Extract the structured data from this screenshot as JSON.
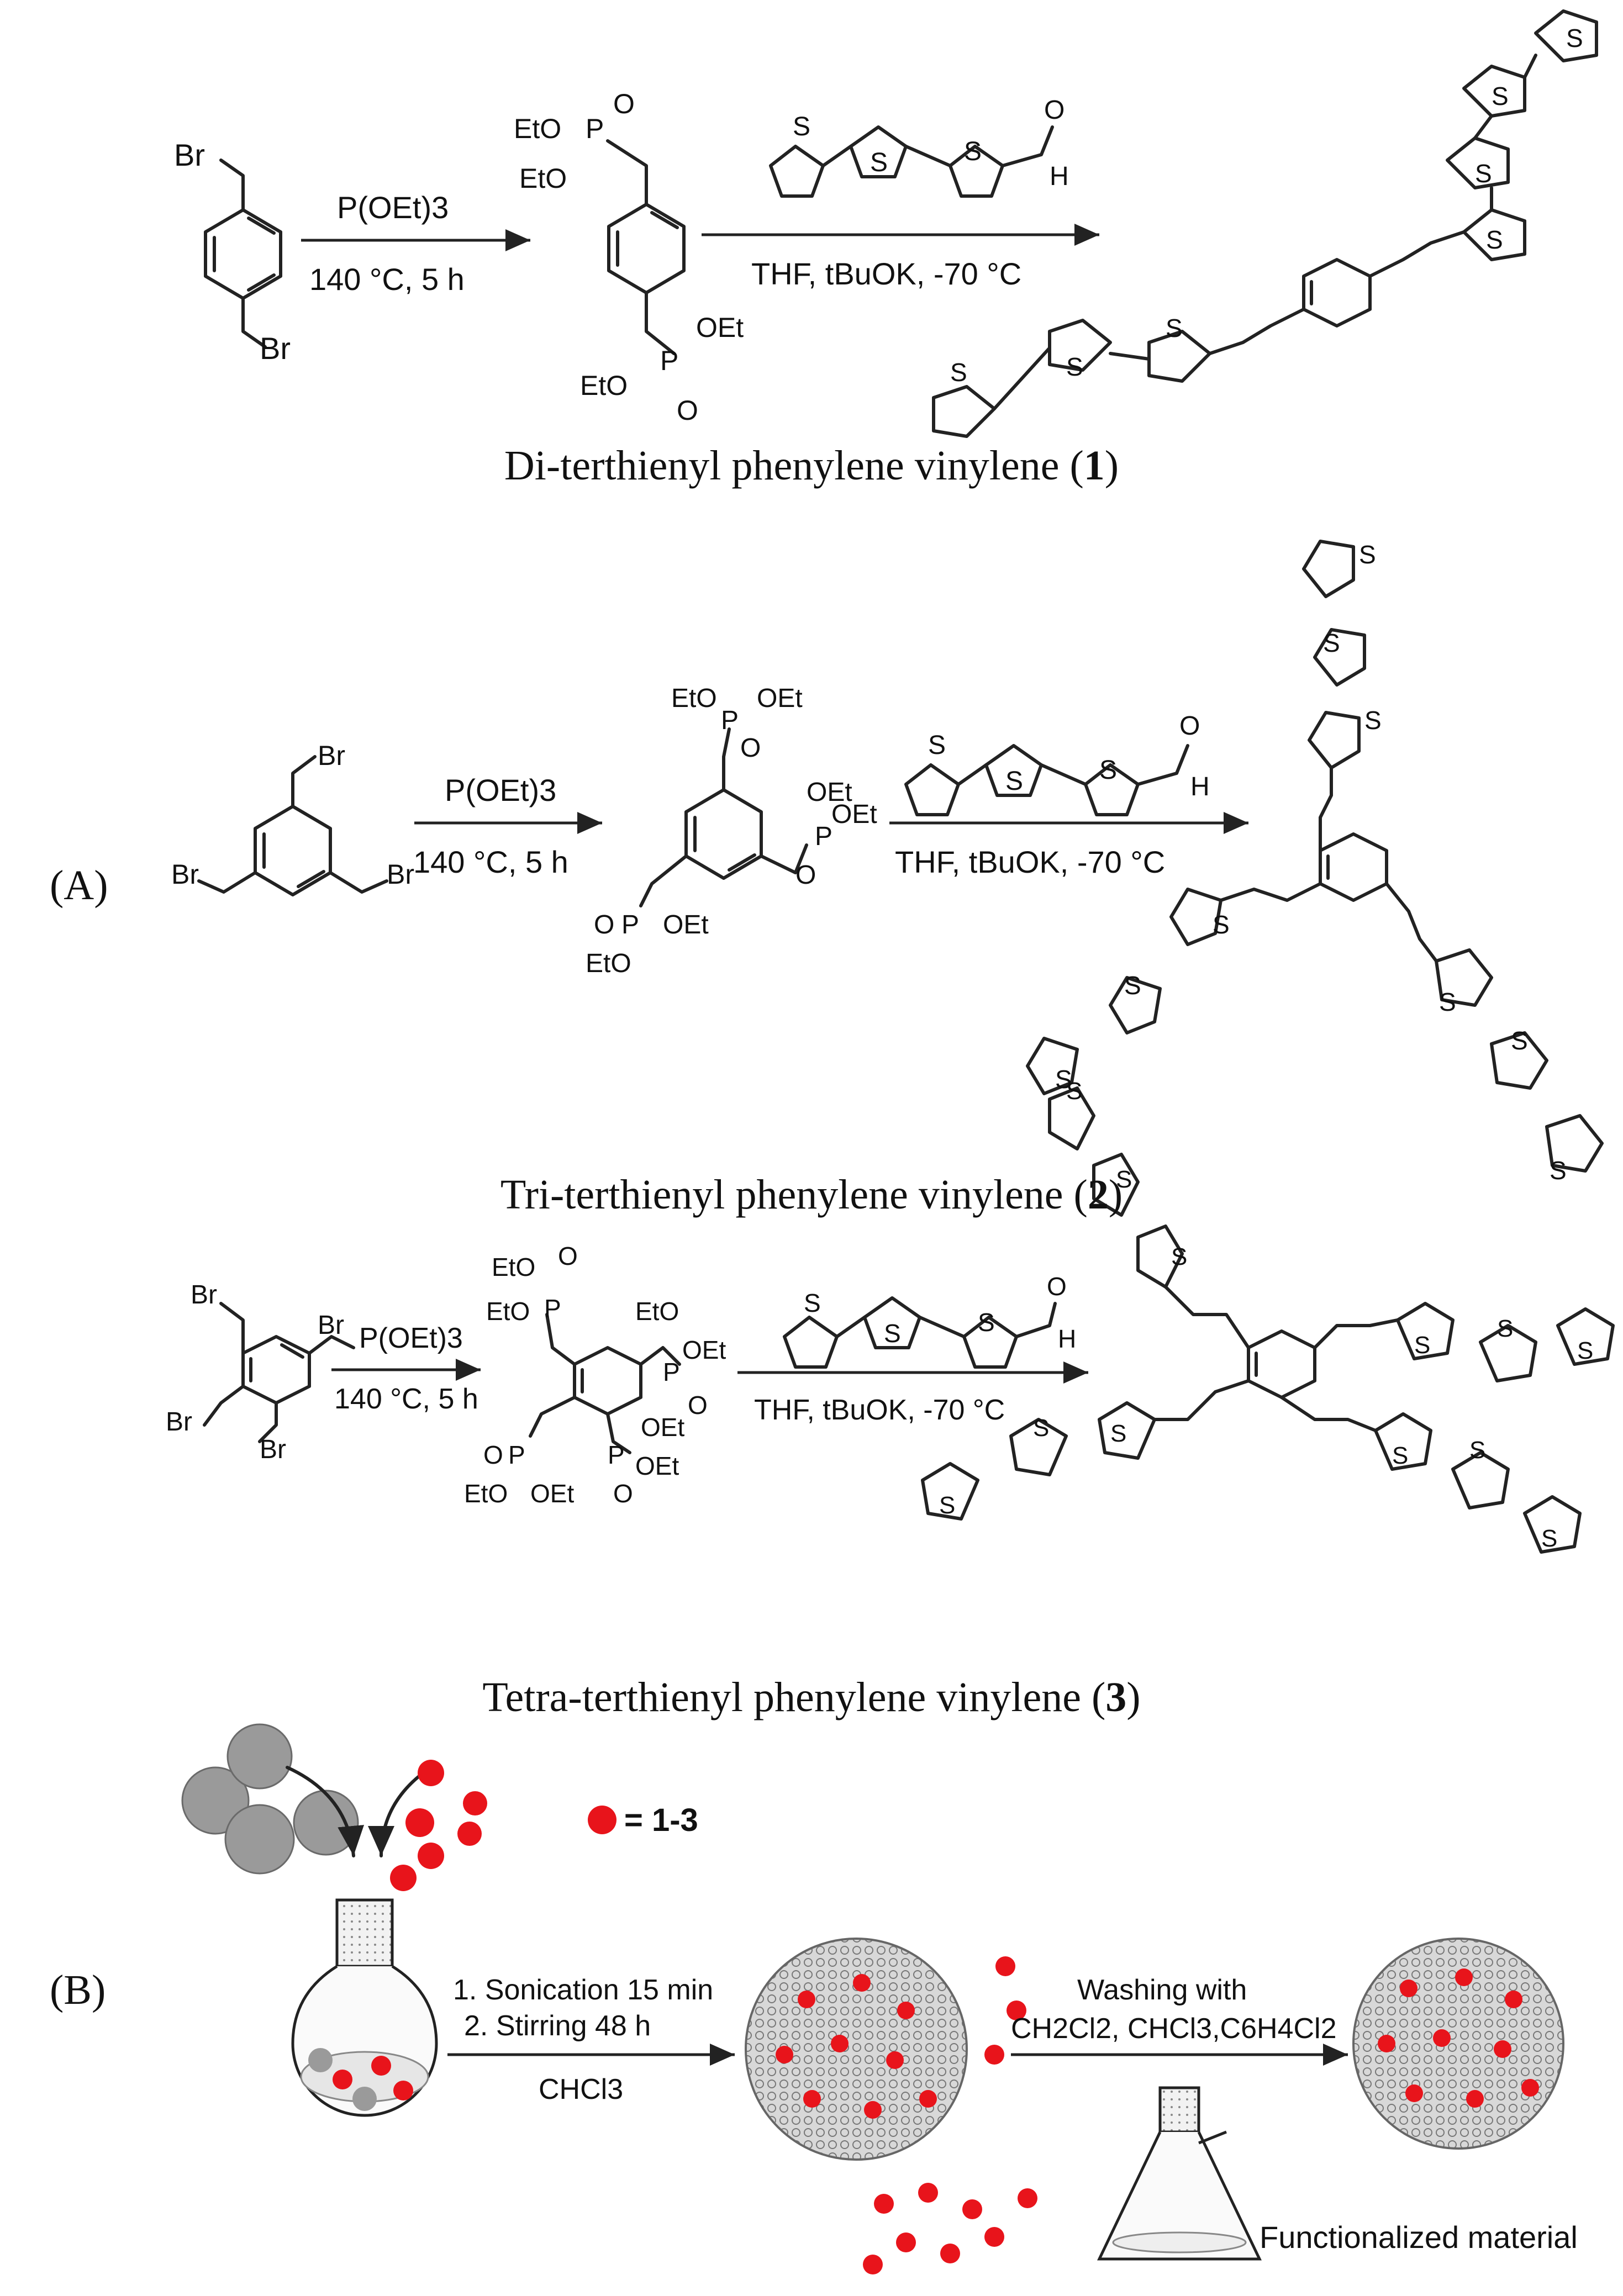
{
  "panels": {
    "a": "(A)",
    "b": "(B)"
  },
  "reagents": {
    "phosphite": "P(OEt)3",
    "arbuzov_conditions": "140 °C, 5 h",
    "wittig_conditions": "THF, tBuOK, -70 °C",
    "aldehyde_H": "H",
    "aldehyde_O": "O",
    "sulfur": "S",
    "bromide": "Br",
    "ethoxy": "OEt",
    "ethoxy_left": "EtO",
    "phosphorus": "P",
    "oxo": "O"
  },
  "compounds": [
    {
      "name": "Di-terthienyl phenylene vinylene",
      "number": "1"
    },
    {
      "name": "Tri-terthienyl phenylene vinylene",
      "number": "2"
    },
    {
      "name": "Tetra-terthienyl phenylene vinylene",
      "number": "3"
    }
  ],
  "panel_b": {
    "legend": "= 1-3",
    "step1": "1. Sonication 15 min",
    "step2": "2. Stirring 48 h",
    "solvent": "CHCl3",
    "washing_title": "Washing with",
    "washing_solvents": "CH2Cl2, CHCl3,C6H4Cl2",
    "product": "Functionalized material"
  },
  "colors": {
    "dye": "#e8141b",
    "support": "#8a8a8a",
    "ink": "#222222"
  }
}
